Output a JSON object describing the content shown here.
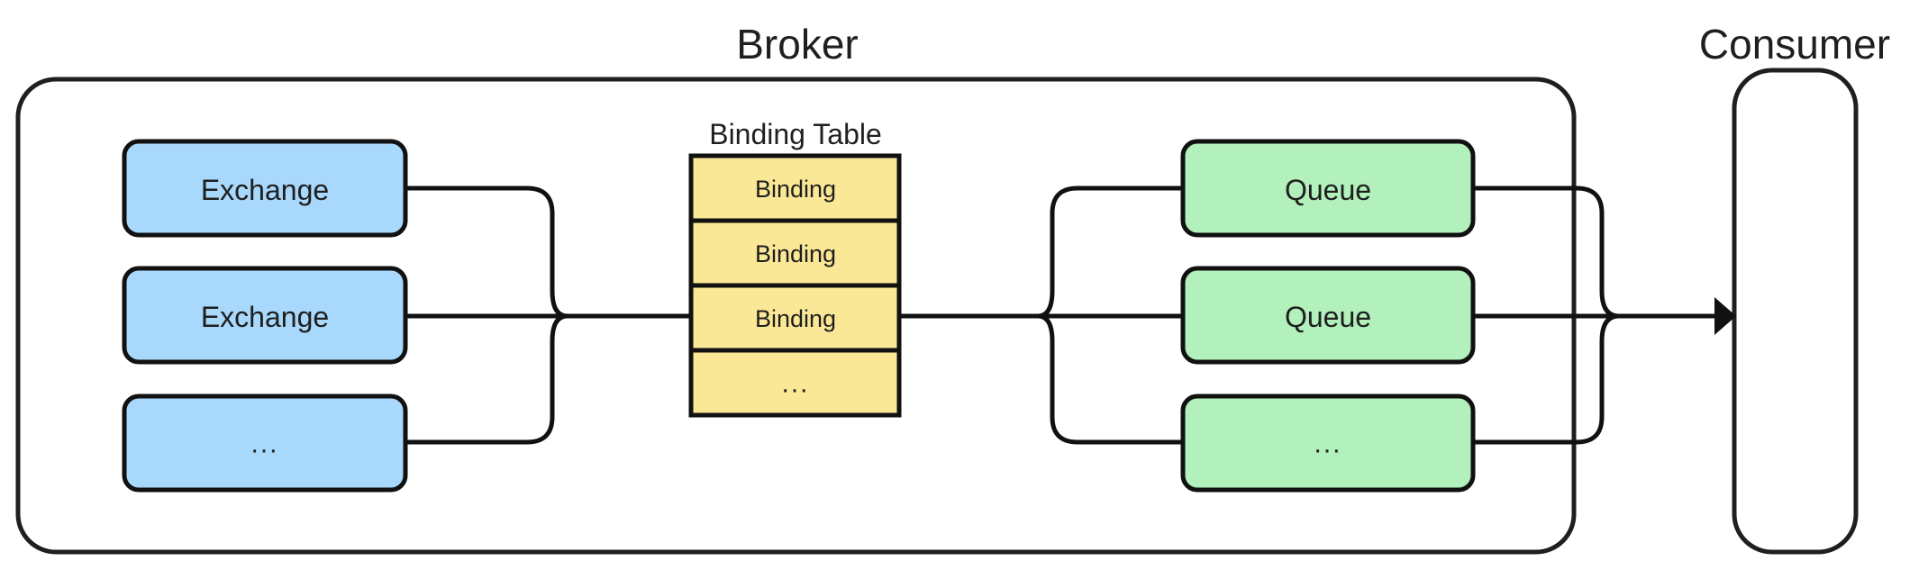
{
  "diagram": {
    "title_broker": "Broker",
    "title_consumer": "Consumer",
    "binding_table_title": "Binding Table",
    "colors": {
      "exchange_fill": "#A8D8FB",
      "queue_fill": "#B2F0BC",
      "binding_fill": "#FBE896",
      "stroke": "#111111",
      "text": "#1f1f1f",
      "background": "#ffffff"
    },
    "exchanges": [
      {
        "label": "Exchange"
      },
      {
        "label": "Exchange"
      },
      {
        "label": "..."
      }
    ],
    "bindings": [
      {
        "label": "Binding"
      },
      {
        "label": "Binding"
      },
      {
        "label": "Binding"
      },
      {
        "label": "..."
      }
    ],
    "queues": [
      {
        "label": "Queue"
      },
      {
        "label": "Queue"
      },
      {
        "label": "..."
      }
    ],
    "consumer": {
      "label": ""
    }
  }
}
